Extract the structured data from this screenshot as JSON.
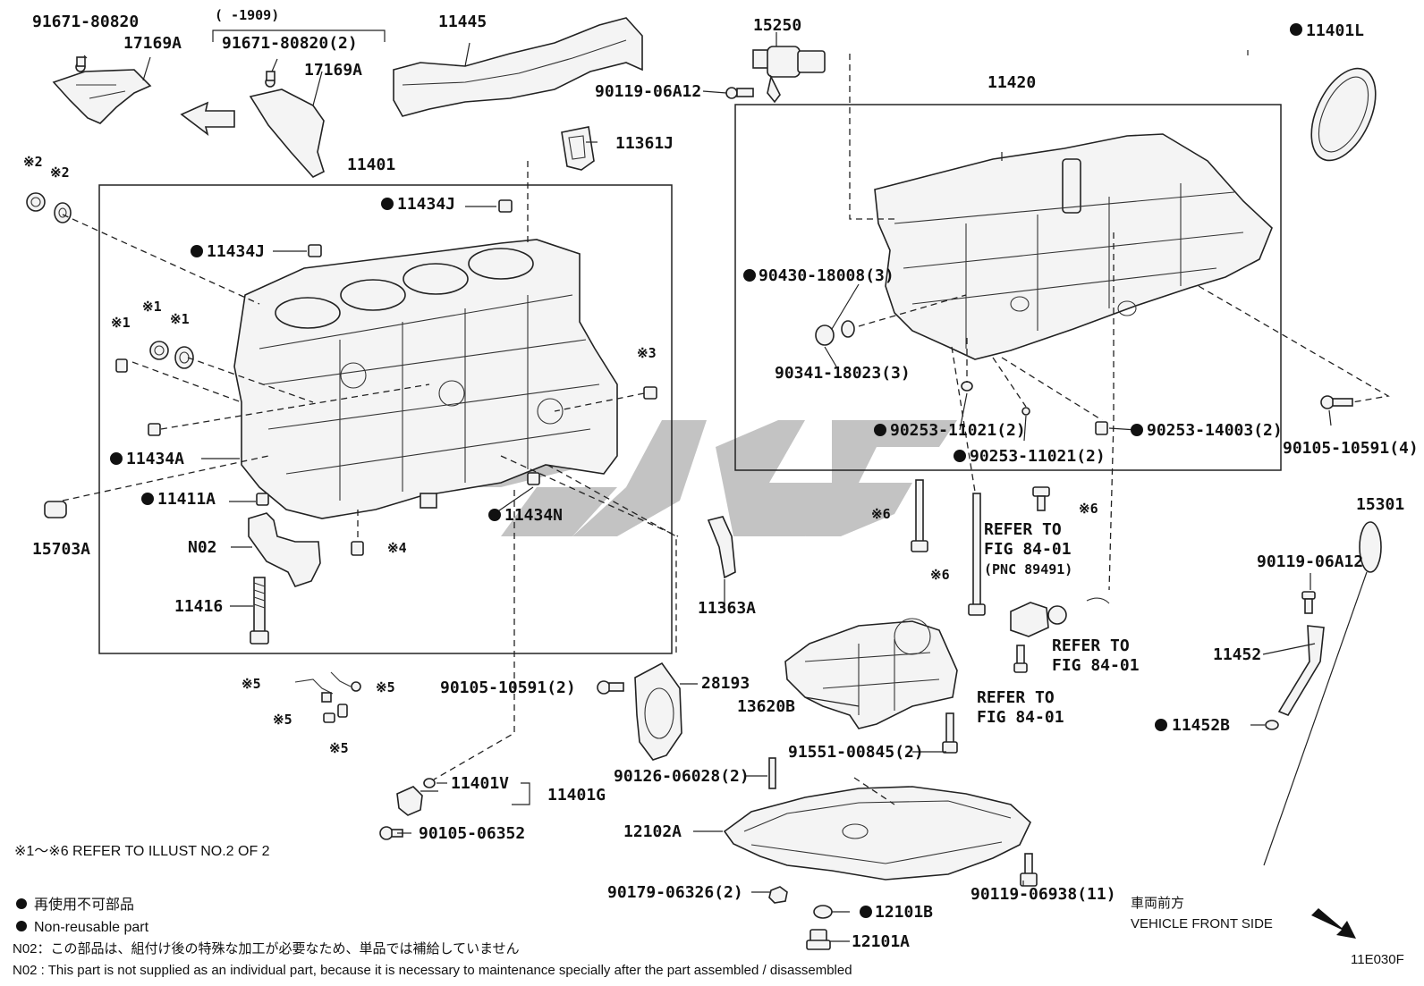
{
  "diagram_code": "11E030F",
  "range_note": "( -1909)",
  "labels": {
    "l_91671_80820": "91671-80820",
    "l_17169a_a": "17169A",
    "l_91671_80820_2": "91671-80820(2)",
    "l_17169a_b": "17169A",
    "l_11445": "11445",
    "l_15250": "15250",
    "l_90119_06a12_a": "90119-06A12",
    "l_11401l": "11401L",
    "l_11420": "11420",
    "l_11361j": "11361J",
    "l_11401": "11401",
    "l_11434j_a": "11434J",
    "l_11434j_b": "11434J",
    "l_90430_18008": "90430-18008(3)",
    "l_90341_18023": "90341-18023(3)",
    "l_90253_11021_a": "90253-11021(2)",
    "l_90253_11021_b": "90253-11021(2)",
    "l_90253_14003": "90253-14003(2)",
    "l_90105_10591_4": "90105-10591(4)",
    "l_11434a": "11434A",
    "l_11411a": "11411A",
    "l_11434n": "11434N",
    "l_15703a": "15703A",
    "l_n02": "N02",
    "l_11416": "11416",
    "l_11363a": "11363A",
    "l_refer_to_1": "REFER TO",
    "l_fig_84_01_1": "FIG 84-01",
    "l_pnc": "(PNC 89491)",
    "l_refer_to_2": "REFER TO",
    "l_fig_84_01_2": "FIG 84-01",
    "l_refer_to_3": "REFER TO",
    "l_fig_84_01_3": "FIG 84-01",
    "l_15301": "15301",
    "l_90119_06a12_b": "90119-06A12",
    "l_11452": "11452",
    "l_11452b": "11452B",
    "l_13620b": "13620B",
    "l_91551_00845": "91551-00845(2)",
    "l_28193": "28193",
    "l_90105_10591_2": "90105-10591(2)",
    "l_11401v": "11401V",
    "l_11401g": "11401G",
    "l_90105_06352": "90105-06352",
    "l_90126_06028": "90126-06028(2)",
    "l_12102a": "12102A",
    "l_90179_06326": "90179-06326(2)",
    "l_90119_06938": "90119-06938(11)",
    "l_12101b": "12101B",
    "l_12101a": "12101A"
  },
  "ref_marks": {
    "m1a": "※1",
    "m1b": "※1",
    "m1c": "※1",
    "m2a": "※2",
    "m2b": "※2",
    "m3": "※3",
    "m4": "※4",
    "m5a": "※5",
    "m5b": "※5",
    "m5c": "※5",
    "m5d": "※5",
    "m6a": "※6",
    "m6b": "※6",
    "m6c": "※6"
  },
  "notes": {
    "refer_illust": "※1～※6  REFER TO ILLUST NO.2 OF 2",
    "non_reusable_jp": "再使用不可部品",
    "non_reusable_en": "Non-reusable part",
    "n02_jp": "N02：この部品は、組付け後の特殊な加工が必要なため、単品では補給していません",
    "n02_en": "N02 : This part is not supplied as an individual part, because it is necessary to maintenance specially after the part assembled / disassembled",
    "front_side_jp": "車両前方",
    "front_side_en": "VEHICLE FRONT SIDE"
  },
  "colors": {
    "line": "#222222",
    "part_fill": "#f4f4f4",
    "watermark": "#b9b9b9"
  }
}
